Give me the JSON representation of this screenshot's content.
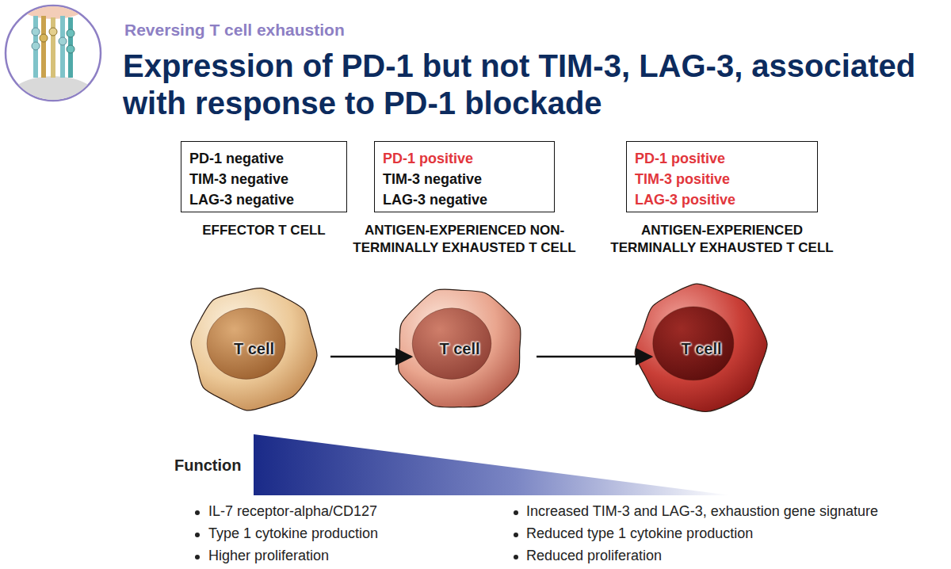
{
  "diagram": {
    "title": "Expression of PD-1 but not TIM-3, LAG-3, associated with response to PD-1 blockade",
    "nodes": [
      {
        "text": [
          "PD-1 negative",
          "TIM-3 negative",
          "LAG-3 negative",
          "EFFECTOR T CELL"
        ]
      },
      {
        "text": [
          "PD-1 positive",
          "TIM-3 negative",
          "LAG-3 negative",
          "ANTIGEN-EXPERIENCED NON-TERMINALLY EXHAUSTED T CELL"
        ]
      },
      {
        "text": [
          "PD-1 positive",
          "TIM-3 positive",
          "LAG-3 positive",
          "ANTIGEN-EXPERIENCED TERMINALLY EXHAUSTED T CELL"
        ]
      },
      {
        "text": [
          "T cell"
        ]
      },
      {
        "text": [
          "T cell"
        ]
      },
      {
        "text": [
          "T cell"
        ]
      }
    ],
    "edges": [
      {
        "from": 3,
        "to": 4,
        "arrow": "to"
      },
      {
        "from": 4,
        "to": 5,
        "arrow": "to"
      }
    ],
    "labels": [
      "Reversing T cell exhaustion",
      "Function",
      "IL-7 receptor-alpha/CD127",
      "Type 1 cytokine production",
      "Higher proliferation",
      "Increased TIM-3 and LAG-3, exhaustion gene signature",
      "Reduced type 1 cytokine production",
      "Reduced proliferation"
    ]
  }
}
